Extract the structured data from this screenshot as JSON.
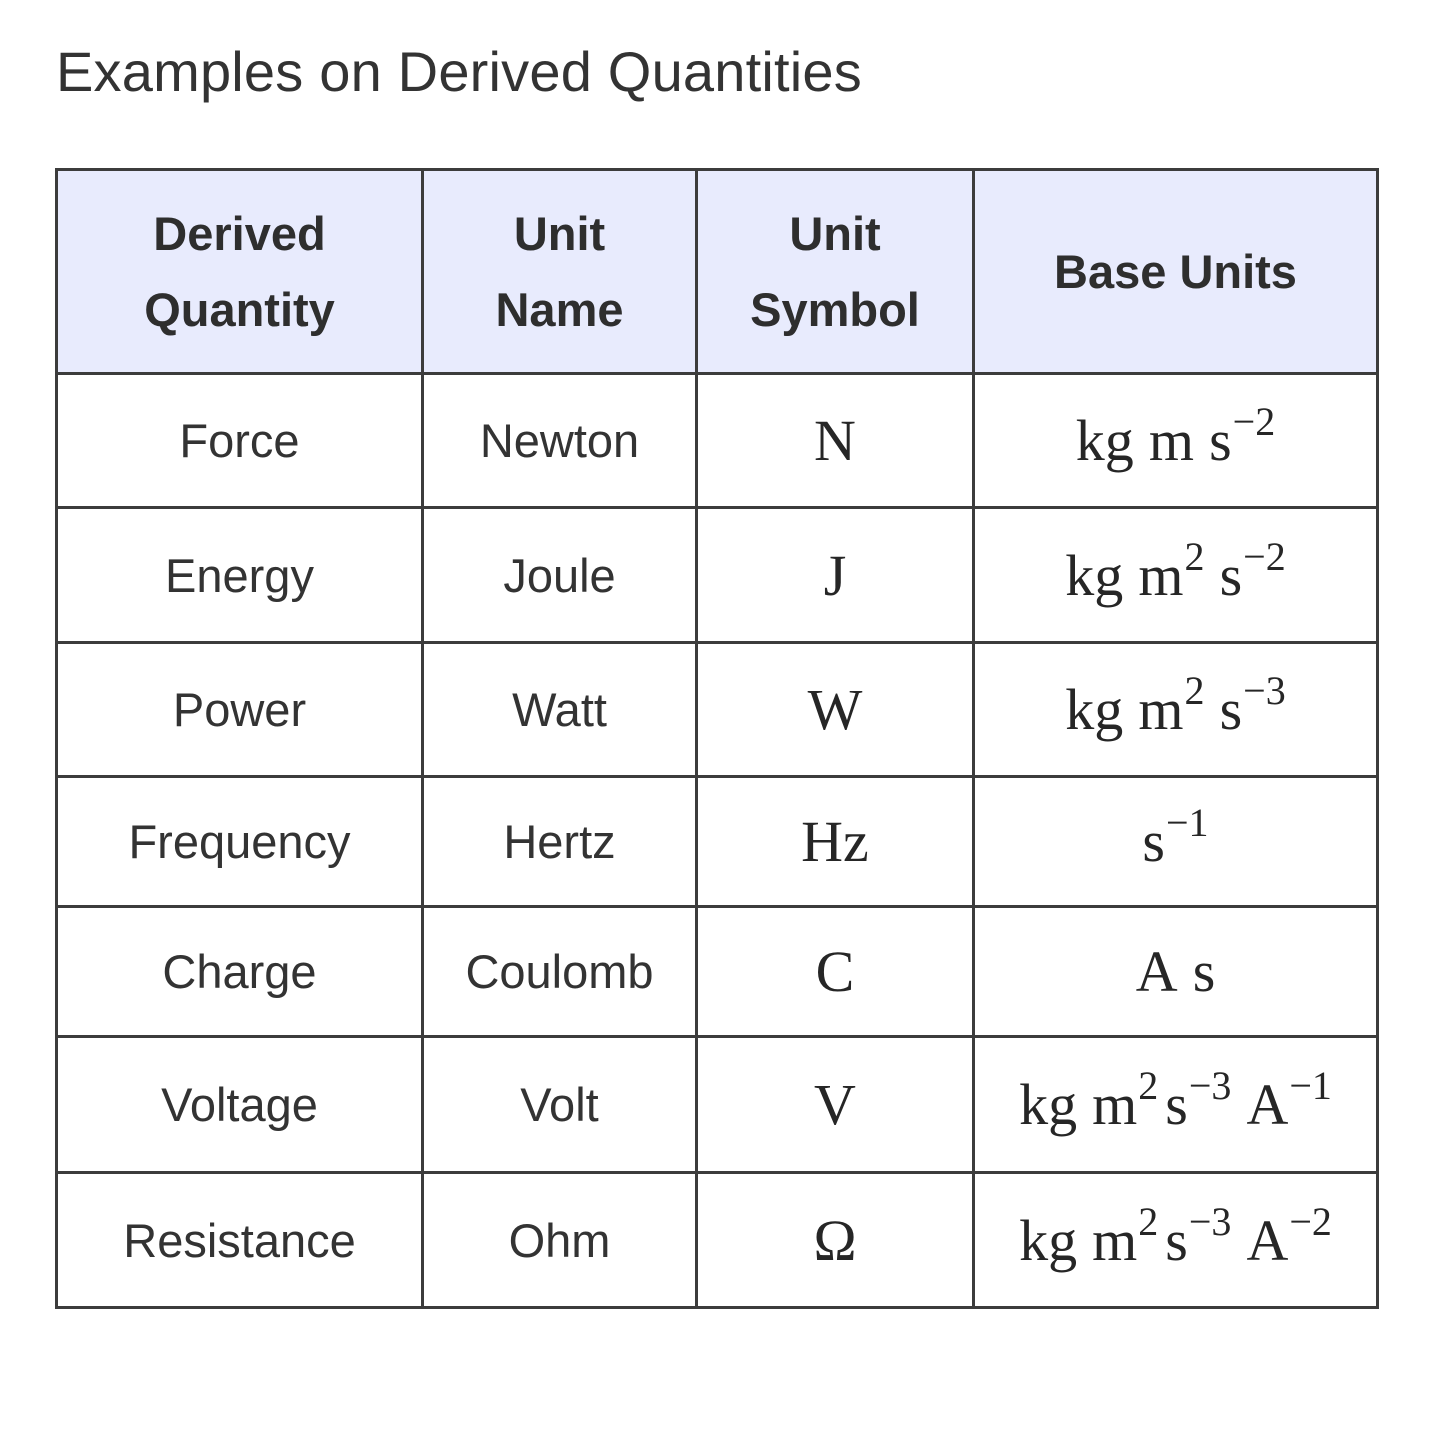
{
  "title": "Examples on Derived Quantities",
  "table": {
    "headers": {
      "quantity": [
        "Derived",
        "Quantity"
      ],
      "unit_name": [
        "Unit",
        "Name"
      ],
      "unit_symbol": [
        "Unit",
        "Symbol"
      ],
      "base_units": "Base Units"
    },
    "rows": [
      {
        "quantity": "Force",
        "unit_name": "Newton",
        "symbol": "N",
        "base_units": [
          {
            "base": "kg",
            "exp": ""
          },
          {
            "base": "m",
            "exp": ""
          },
          {
            "base": "s",
            "exp": "−2"
          }
        ]
      },
      {
        "quantity": "Energy",
        "unit_name": "Joule",
        "symbol": "J",
        "base_units": [
          {
            "base": "kg",
            "exp": ""
          },
          {
            "base": "m",
            "exp": "2"
          },
          {
            "base": "s",
            "exp": "−2"
          }
        ]
      },
      {
        "quantity": "Power",
        "unit_name": "Watt",
        "symbol": "W",
        "base_units": [
          {
            "base": "kg",
            "exp": ""
          },
          {
            "base": "m",
            "exp": "2"
          },
          {
            "base": "s",
            "exp": "−3"
          }
        ]
      },
      {
        "quantity": "Frequency",
        "unit_name": "Hertz",
        "symbol": "Hz",
        "base_units": [
          {
            "base": "s",
            "exp": "−1"
          }
        ]
      },
      {
        "quantity": "Charge",
        "unit_name": "Coulomb",
        "symbol": "C",
        "base_units": [
          {
            "base": "A",
            "exp": ""
          },
          {
            "base": "s",
            "exp": ""
          }
        ]
      },
      {
        "quantity": "Voltage",
        "unit_name": "Volt",
        "symbol": "V",
        "base_units": [
          {
            "base": "kg",
            "exp": ""
          },
          {
            "base": "m",
            "exp": "2"
          },
          {
            "base": "s",
            "exp": "−3",
            "tight": true
          },
          {
            "base": "A",
            "exp": "−1"
          }
        ]
      },
      {
        "quantity": "Resistance",
        "unit_name": "Ohm",
        "symbol": "Ω",
        "base_units": [
          {
            "base": "kg",
            "exp": ""
          },
          {
            "base": "m",
            "exp": "2"
          },
          {
            "base": "s",
            "exp": "−3",
            "tight": true
          },
          {
            "base": "A",
            "exp": "−2"
          }
        ]
      }
    ]
  }
}
